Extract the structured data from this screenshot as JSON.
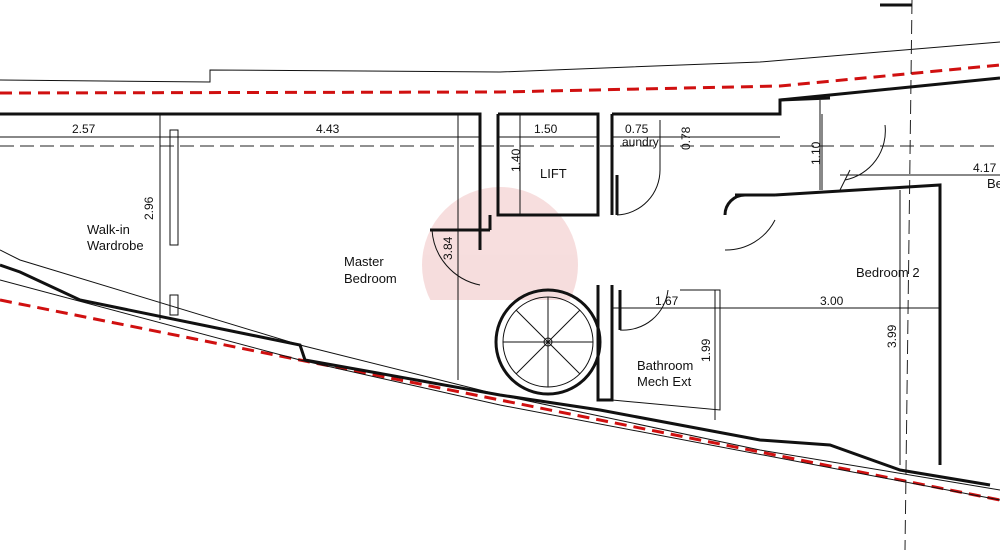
{
  "rooms": {
    "walkin": [
      "Walk-in",
      "Wardrobe"
    ],
    "master": [
      "Master",
      "Bedroom"
    ],
    "lift": "LIFT",
    "laundry": "aundry",
    "bathroom": [
      "Bathroom",
      "Mech Ext"
    ],
    "bedroom2": "Bedroom 2",
    "bedroom_partial": "Be"
  },
  "dimensions": {
    "d257": "2.57",
    "d443": "4.43",
    "d150": "1.50",
    "d075": "0.75",
    "d078": "0.78",
    "d140": "1.40",
    "d110": "1.10",
    "d417": "4.17",
    "d296": "2.96",
    "d384": "3.84",
    "d167": "1.67",
    "d300": "3.00",
    "d199": "1.99",
    "d399": "3.99"
  },
  "colors": {
    "boundary": "#d01010",
    "watermark": "#e8b4b4"
  }
}
